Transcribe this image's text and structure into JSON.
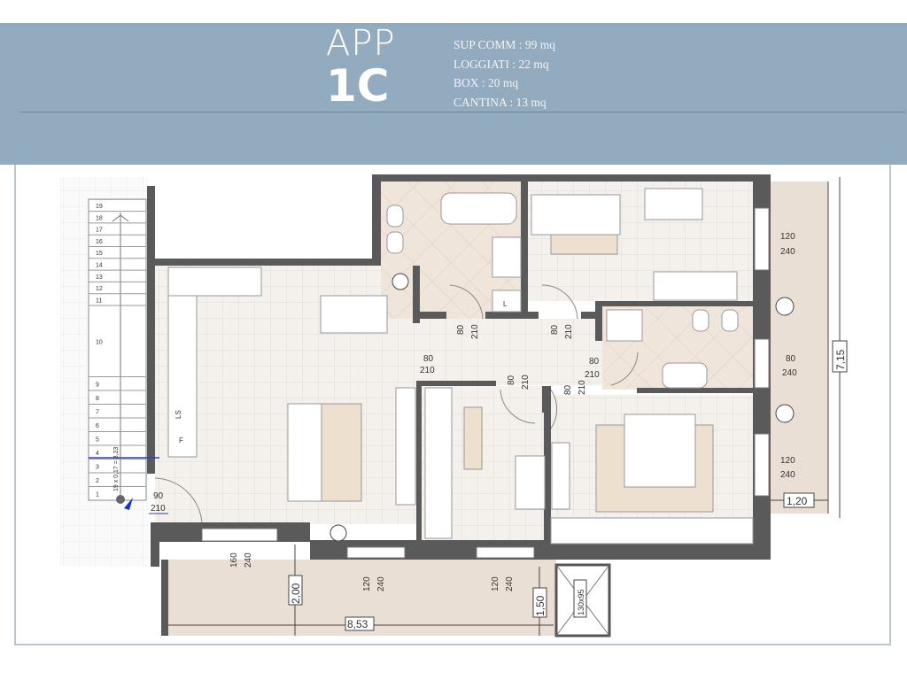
{
  "header": {
    "app_label": "APP",
    "unit_code": "1C",
    "stats": [
      "SUP COMM : 99 mq",
      "LOGGIATI : 22 mq",
      "BOX : 20 mq",
      "CANTINA : 13 mq"
    ]
  },
  "colors": {
    "header_bg": "#93abbe",
    "wall": "#5a5a5a",
    "floor": "#f3efeb",
    "tile": "#efe5da",
    "loggia": "#eadfd5"
  },
  "plan": {
    "stair_steps": [
      "1",
      "2",
      "3",
      "4",
      "5",
      "6",
      "7",
      "8",
      "9",
      "10",
      "11",
      "12",
      "13",
      "14",
      "15",
      "16",
      "17",
      "18",
      "19"
    ],
    "stair_note": "19 x 0,17 = 3,23",
    "kitchen_labels": [
      "LS",
      "F"
    ],
    "bath_label": "L",
    "openings": {
      "entry_w": "90",
      "entry_h": "210",
      "door_hall_w": "80",
      "door_hall_h": "210",
      "door_bath1_w": "80",
      "door_bath1_h": "210",
      "door_room_w": "80",
      "door_room_h": "210",
      "door_small_w": "80",
      "door_small_h": "210",
      "door_bed_w": "80",
      "door_bed_h": "210",
      "door_bath2_w": "80",
      "door_bath2_h": "210",
      "win_top_w": "120",
      "win_top_h": "240",
      "win_bath2_w": "80",
      "win_bath2_h": "240",
      "win_bed_w": "120",
      "win_bed_h": "240",
      "win_living_w": "160",
      "win_living_h": "240",
      "win_small_w": "120",
      "win_small_h": "240",
      "win_bot_w": "120",
      "win_bot_h": "240"
    },
    "dims": {
      "loggia_depth": "2,00",
      "loggia_length": "8,53",
      "loggia_end": "1,50",
      "cellar": "130x95",
      "right_height": "7,15",
      "right_width": "1,20"
    }
  }
}
